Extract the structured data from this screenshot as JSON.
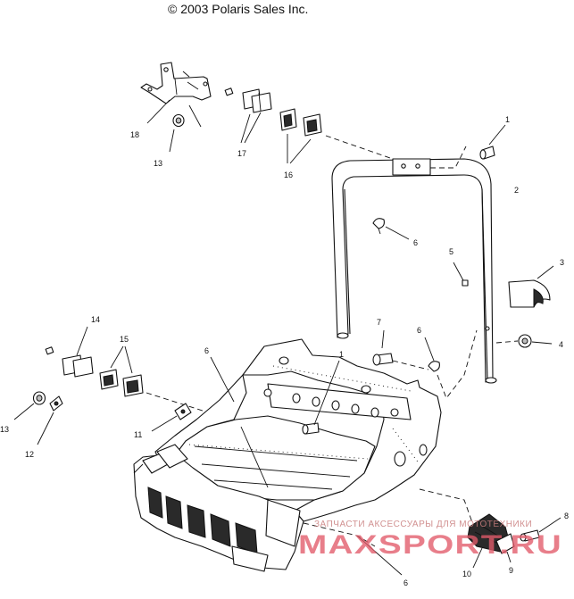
{
  "copyright": "© 2003 Polaris Sales Inc.",
  "callouts": [
    {
      "id": "c1a",
      "label": "1"
    },
    {
      "id": "c2",
      "label": "2"
    },
    {
      "id": "c3",
      "label": "3"
    },
    {
      "id": "c4r",
      "label": "4"
    },
    {
      "id": "c5",
      "label": "5"
    },
    {
      "id": "c6a",
      "label": "6"
    },
    {
      "id": "c6b",
      "label": "6"
    },
    {
      "id": "c6c",
      "label": "6"
    },
    {
      "id": "c6d",
      "label": "6"
    },
    {
      "id": "c7",
      "label": "7"
    },
    {
      "id": "c8",
      "label": "8"
    },
    {
      "id": "c9",
      "label": "9"
    },
    {
      "id": "c10",
      "label": "10"
    },
    {
      "id": "c11",
      "label": "11"
    },
    {
      "id": "c12",
      "label": "12"
    },
    {
      "id": "c13a",
      "label": "13"
    },
    {
      "id": "c13b",
      "label": "13"
    },
    {
      "id": "c14",
      "label": "14"
    },
    {
      "id": "c15",
      "label": "15"
    },
    {
      "id": "c16",
      "label": "16"
    },
    {
      "id": "c17",
      "label": "17"
    },
    {
      "id": "c18",
      "label": "18"
    },
    {
      "id": "c1b",
      "label": "1"
    }
  ],
  "watermark": {
    "tagline": "ЗАПЧАСТИ АКСЕССУАРЫ ДЛЯ МОТОТЕХНИКИ",
    "brand": "MAXSPORT.RU"
  }
}
